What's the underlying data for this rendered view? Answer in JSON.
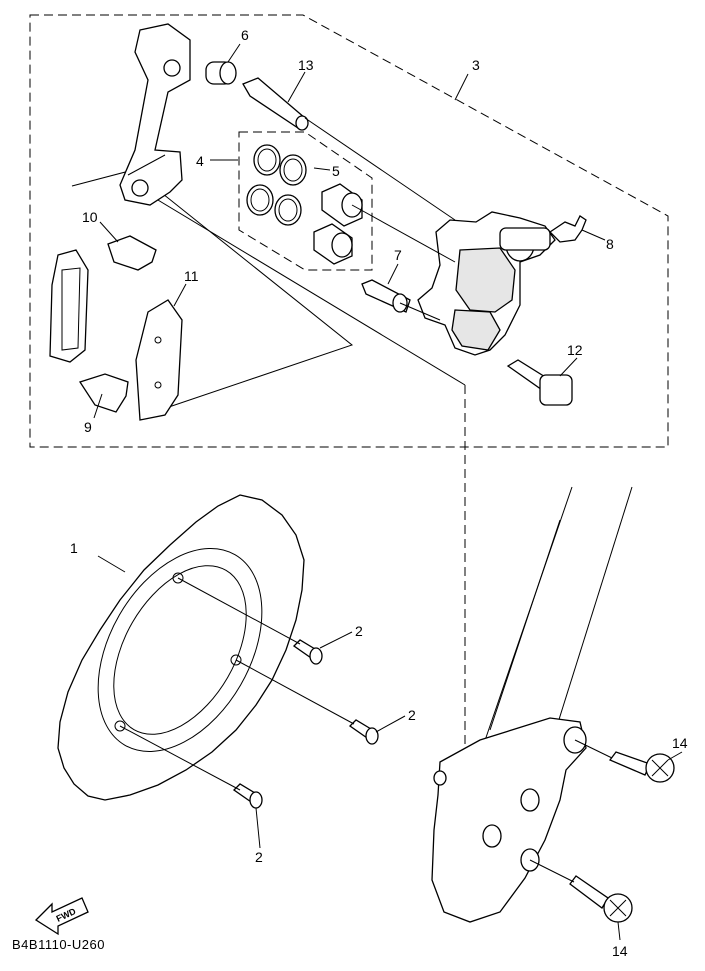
{
  "labels": {
    "p1": "1",
    "p2a": "2",
    "p2b": "2",
    "p2c": "2",
    "p3": "3",
    "p4": "4",
    "p5": "5",
    "p6": "6",
    "p7": "7",
    "p8": "8",
    "p9": "9",
    "p10": "10",
    "p11": "11",
    "p12": "12",
    "p13": "13",
    "p14a": "14",
    "p14b": "14"
  },
  "fwd_text": "FWD",
  "ref_code": "B4B1110-U260"
}
